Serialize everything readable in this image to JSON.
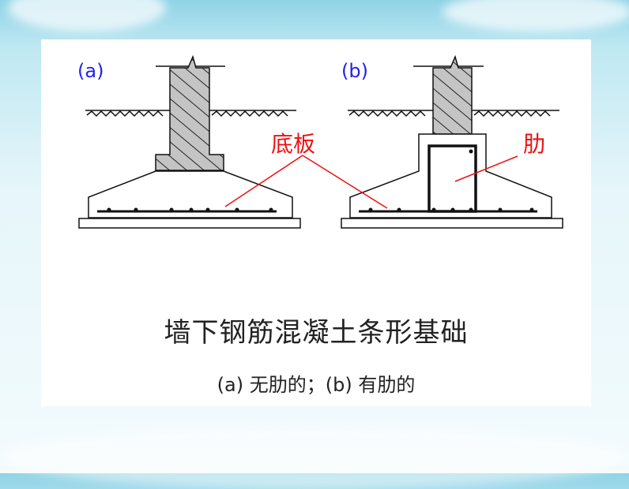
{
  "panels": [
    {
      "label": "(a)",
      "callout": "底板"
    },
    {
      "label": "(b)",
      "callout": "肋"
    }
  ],
  "title": "墙下钢筋混凝土条形基础",
  "subtitle": "(a) 无肋的；(b) 有肋的",
  "colors": {
    "label": "#2222ee",
    "callout": "#ee1111",
    "line": "#111111",
    "hatch": "#b8b8b8"
  }
}
